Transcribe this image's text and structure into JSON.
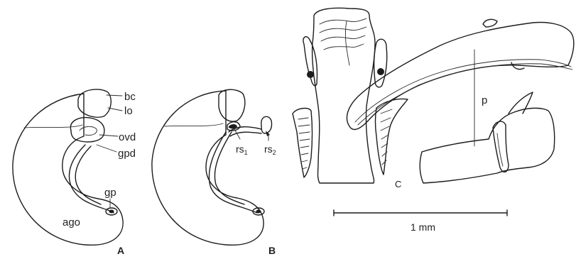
{
  "figure": {
    "panel_a": {
      "letter": "A",
      "labels": {
        "bc": "bc",
        "lo": "lo",
        "ovd": "ovd",
        "gpd": "gpd",
        "gp": "gp",
        "ago": "ago"
      }
    },
    "panel_b": {
      "letter": "B",
      "rs1_base": "rs",
      "rs1_sub": "1",
      "rs2_base": "rs",
      "rs2_sub": "2"
    },
    "panel_c": {
      "letter": "C",
      "p": "p"
    },
    "scale_bar": {
      "label": "1 mm"
    }
  }
}
